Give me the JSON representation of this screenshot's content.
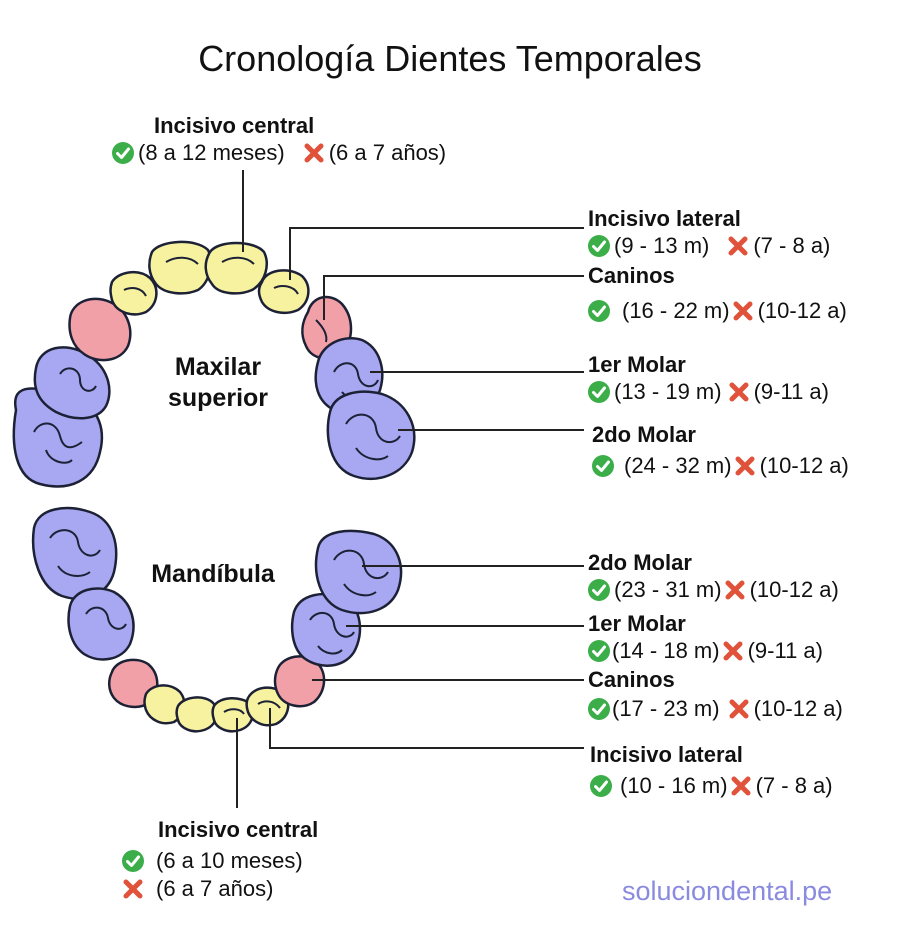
{
  "title": "Cronología Dientes Temporales",
  "jaws": {
    "upper": [
      "Maxilar",
      "superior"
    ],
    "lower": "Mandíbula"
  },
  "legend_icons": {
    "erupcion": "check-circle-icon",
    "exfoliacion": "x-mark-icon"
  },
  "colors": {
    "incisivos": "#f6f2a0",
    "caninos": "#f2a0a8",
    "molares": "#a8a8f2",
    "outline": "#1d2136",
    "check": "#3cae49",
    "cross": "#e0523a",
    "website": "#8a8ae0"
  },
  "upper_labels": [
    {
      "name": "Incisivo central",
      "erupcion": "(8 a 12 meses)",
      "exfoliacion": "(6 a 7 años)"
    },
    {
      "name": "Incisivo lateral",
      "erupcion": "(9 - 13 m)",
      "exfoliacion": "(7 - 8 a)"
    },
    {
      "name": "Caninos",
      "erupcion": "(16 - 22 m)",
      "exfoliacion": "(10-12 a)"
    },
    {
      "name": "1er Molar",
      "erupcion": "(13 - 19 m)",
      "exfoliacion": "(9-11 a)"
    },
    {
      "name": "2do Molar",
      "erupcion": "(24 - 32 m)",
      "exfoliacion": "(10-12 a)"
    }
  ],
  "lower_labels": [
    {
      "name": "2do Molar",
      "erupcion": "(23 - 31 m)",
      "exfoliacion": "(10-12 a)"
    },
    {
      "name": "1er Molar",
      "erupcion": "(14 - 18 m)",
      "exfoliacion": "(9-11 a)"
    },
    {
      "name": "Caninos",
      "erupcion": "(17 - 23 m)",
      "exfoliacion": "(10-12 a)"
    },
    {
      "name": "Incisivo lateral",
      "erupcion": "(10 - 16 m)",
      "exfoliacion": "(7 - 8 a)"
    },
    {
      "name": "Incisivo central",
      "erupcion": "(6 a 10 meses)",
      "exfoliacion": "(6 a 7 años)"
    }
  ],
  "website": "soluciondental.pe"
}
